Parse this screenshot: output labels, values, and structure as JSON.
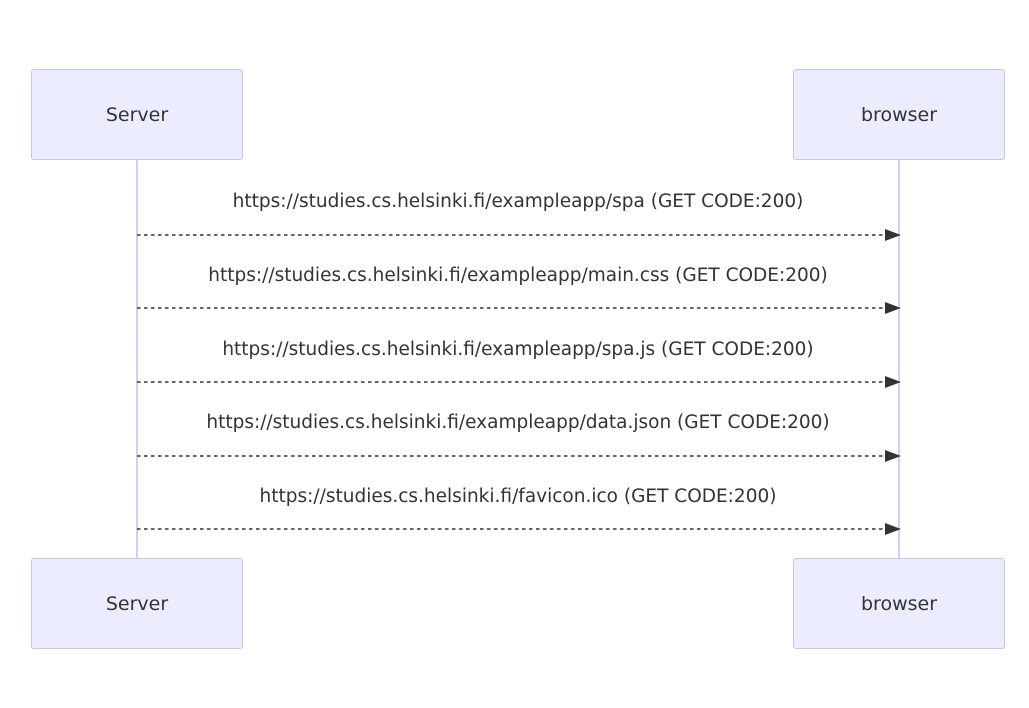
{
  "participants": {
    "left": {
      "name": "Server"
    },
    "right": {
      "name": "browser"
    }
  },
  "messages": [
    {
      "from": "Server",
      "to": "browser",
      "label": "https://studies.cs.helsinki.fi/exampleapp/spa (GET CODE:200)",
      "style": "dashed"
    },
    {
      "from": "Server",
      "to": "browser",
      "label": "https://studies.cs.helsinki.fi/exampleapp/main.css (GET CODE:200)",
      "style": "dashed"
    },
    {
      "from": "Server",
      "to": "browser",
      "label": "https://studies.cs.helsinki.fi/exampleapp/spa.js (GET CODE:200)",
      "style": "dashed"
    },
    {
      "from": "Server",
      "to": "browser",
      "label": "https://studies.cs.helsinki.fi/exampleapp/data.json (GET CODE:200)",
      "style": "dashed"
    },
    {
      "from": "Server",
      "to": "browser",
      "label": "https://studies.cs.helsinki.fi/favicon.ico (GET CODE:200)",
      "style": "dashed"
    }
  ],
  "colors": {
    "actor_fill": "#ececff",
    "actor_border": "#c9c4ee",
    "lifeline": "#d4cdef",
    "arrow": "#333333",
    "text": "#333333"
  }
}
